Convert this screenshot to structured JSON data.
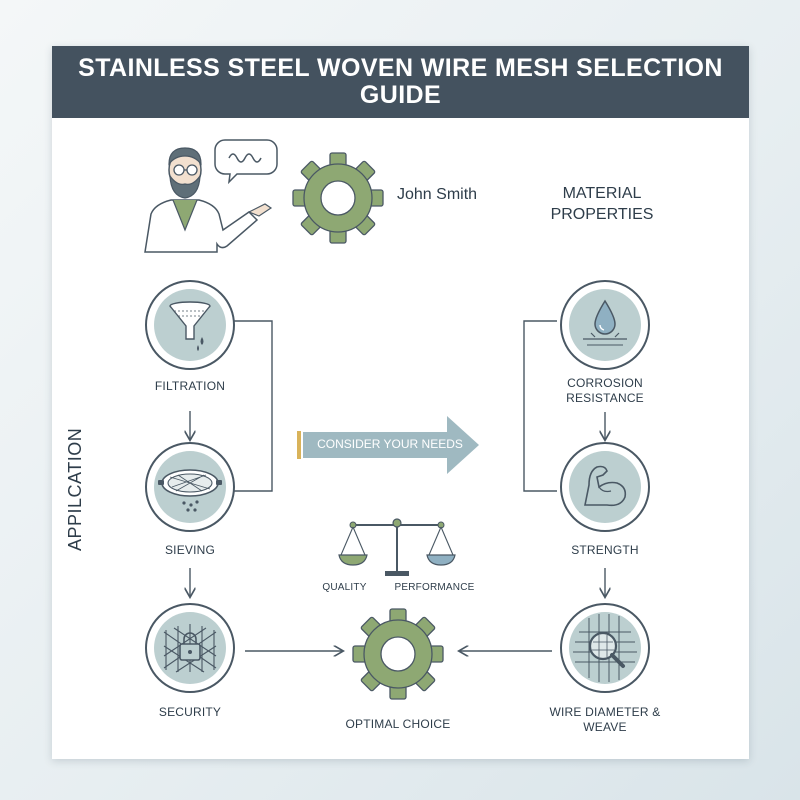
{
  "header": {
    "title": "STAINLESS STEEL WOVEN WIRE MESH SELECTION GUIDE"
  },
  "presenter": {
    "name": "John Smith",
    "speech_icon": "squiggle-speech-bubble"
  },
  "application": {
    "title": "APPILCATION",
    "items": [
      {
        "label": "FILTRATION",
        "icon": "funnel-icon"
      },
      {
        "label": "SIEVING",
        "icon": "sieve-icon"
      },
      {
        "label": "SECURITY",
        "icon": "security-mesh-lock-icon"
      }
    ]
  },
  "material": {
    "title": "MATERIAL PROPERTIES",
    "items": [
      {
        "label": "CORROSION RESISTANCE",
        "icon": "water-drop-icon"
      },
      {
        "label": "STRENGTH",
        "icon": "flexed-arm-icon"
      },
      {
        "label": "WIRE DIAMETER & WEAVE",
        "icon": "mesh-magnifier-icon"
      }
    ]
  },
  "center": {
    "arrow_text": "CONSIDER YOUR NEEDS",
    "balance_left": "QUALITY",
    "balance_right": "PERFORMANCE",
    "result": "OPTIMAL CHOICE"
  },
  "colors": {
    "banner": "#44525f",
    "gear_green": "#8ea873",
    "circle_fill": "#bccfd0",
    "arrow_fill": "#9fb9c1",
    "arrow_accent": "#d9b35a",
    "text": "#2e3d4a"
  }
}
